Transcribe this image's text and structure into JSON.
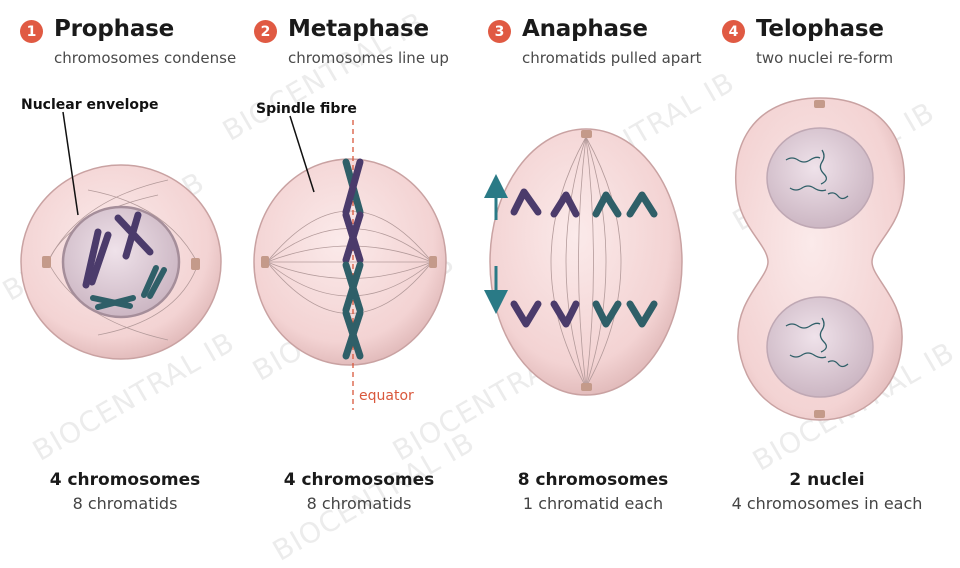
{
  "stages": [
    {
      "number": "1",
      "title": "Prophase",
      "subtitle": "chromosomes condense",
      "footer_main": "4 chromosomes",
      "footer_sub": "8 chromatids"
    },
    {
      "number": "2",
      "title": "Metaphase",
      "subtitle": "chromosomes line up",
      "footer_main": "4 chromosomes",
      "footer_sub": "8 chromatids"
    },
    {
      "number": "3",
      "title": "Anaphase",
      "subtitle": "chromatids pulled apart",
      "footer_main": "8 chromosomes",
      "footer_sub": "1 chromatid each"
    },
    {
      "number": "4",
      "title": "Telophase",
      "subtitle": "two nuclei re-form",
      "footer_main": "2 nuclei",
      "footer_sub": "4 chromosomes in each"
    }
  ],
  "labels": {
    "nuclear_envelope": "Nuclear envelope",
    "spindle_fibre": "Spindle fibre",
    "equator": "equator"
  },
  "watermark": "BIOCENTRAL IB",
  "colors": {
    "badge": "#e05a43",
    "cell_fill": "#f4d6d6",
    "cell_edge": "#c9a2a2",
    "chromosome_purple": "#4b3b6b",
    "chromosome_teal": "#2f5f68",
    "arrow_teal": "#2a7a86",
    "equator_line": "#d9583c"
  }
}
